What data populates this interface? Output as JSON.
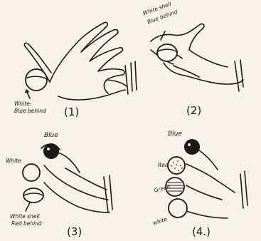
{
  "panels": [
    {
      "number": "(1)",
      "notes": [
        "White:",
        "Blue behind"
      ]
    },
    {
      "number": "(2)",
      "notes": [
        "White shell",
        "Blue behind"
      ]
    },
    {
      "number": "(3)",
      "notes": [
        "Blue",
        "White",
        "White shell",
        "Red behind"
      ]
    },
    {
      "number": "(4.)",
      "notes": [
        "Blue",
        "Red",
        "Green",
        "white"
      ]
    }
  ],
  "colors": {
    "paper": "#f4f2e9",
    "ink": "#1c1a17"
  }
}
